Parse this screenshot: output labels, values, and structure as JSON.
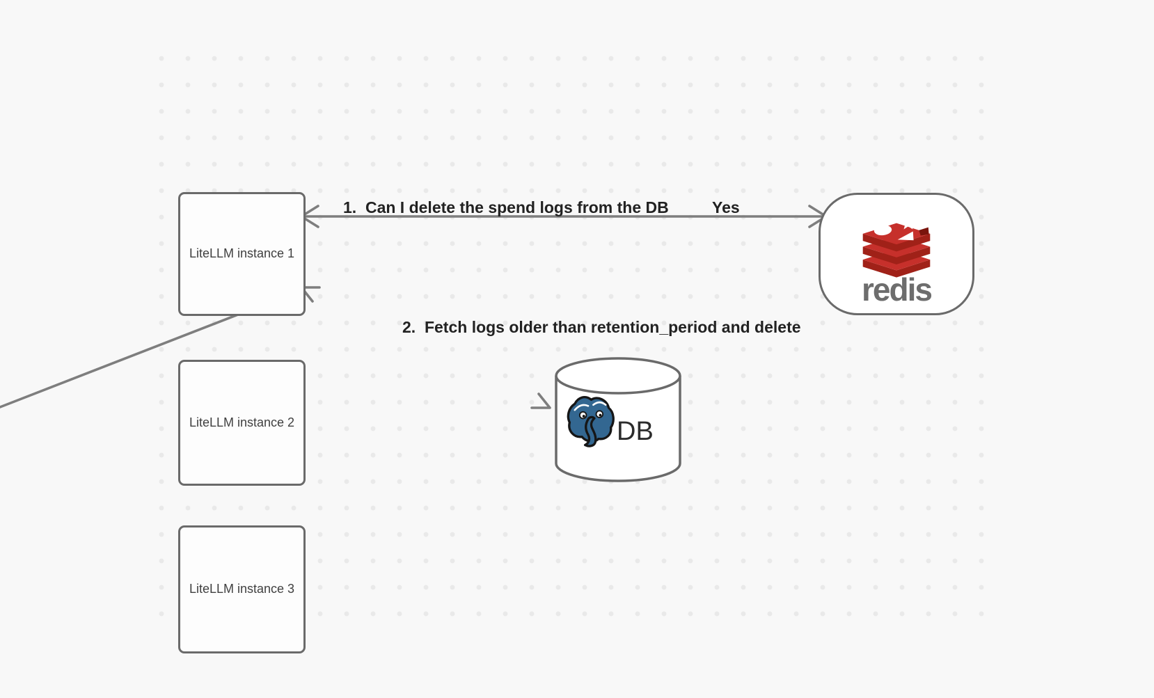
{
  "diagram": {
    "instances": [
      {
        "label": "LiteLLM instance 1"
      },
      {
        "label": "LiteLLM instance 2"
      },
      {
        "label": "LiteLLM instance 3"
      }
    ],
    "redis": {
      "wordmark": "redis"
    },
    "database": {
      "label": "DB"
    },
    "edges": {
      "redis_edge": {
        "label": "1.  Can I delete the spend logs from the DB",
        "response_label": "Yes"
      },
      "db_edge": {
        "label": "2.  Fetch logs older than retention_period and delete"
      }
    },
    "colors": {
      "background": "#f8f8f8",
      "grid_dot": "#e9e9e9",
      "node_border": "#6a6a6a",
      "arrow": "#7e7e7e",
      "label_text": "#222222",
      "redis_red": "#c6302b",
      "redis_red_dark": "#a02118",
      "redis_wordmark_gray": "#6d6d6d",
      "postgres_blue": "#336791",
      "db_text": "#2c2c2c"
    }
  }
}
